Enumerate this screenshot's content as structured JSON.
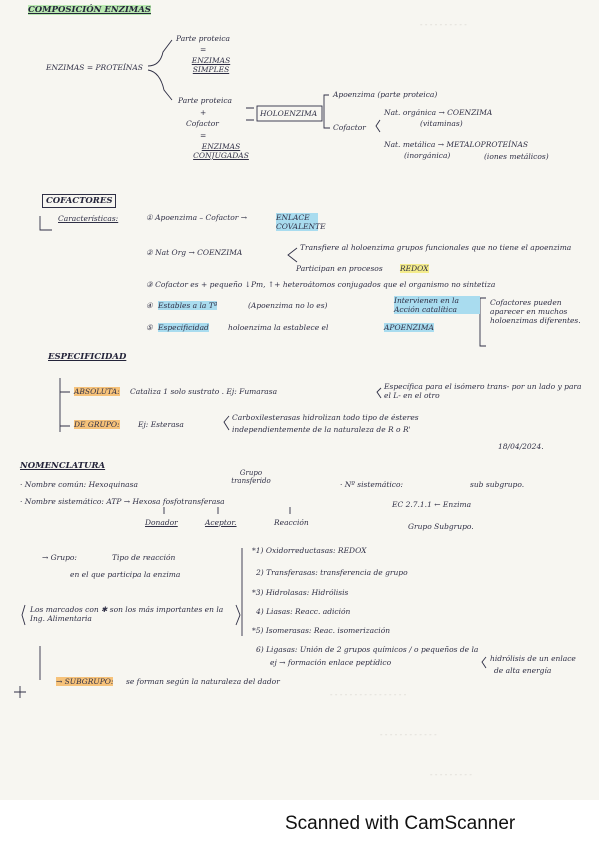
{
  "title": "COMPOSICIÓN ENZIMAS",
  "tree": {
    "enzimas": "ENZIMAS = PROTEÍNAS",
    "parte_proteica": "Parte proteica",
    "eq1": "=",
    "enzimas_simples": "ENZIMAS SIMPLES",
    "parte_proteica2": "Parte proteica",
    "plus": "+",
    "cofactor": "Cofactor",
    "eq2": "=",
    "enzimas_conjugadas": "ENZIMAS CONJUGADAS",
    "holoenzima": "HOLOENZIMA",
    "apoenzima": "Apoenzima (parte proteica)",
    "cofactor2": "Cofactor",
    "nat_organica": "Nat. orgánica → COENZIMA",
    "vitaminas": "(vitaminas)",
    "nat_metalica": "Nat. metálica → METALOPROTEÍNAS",
    "inorganica": "(inorgánica)",
    "iones": "(iones metálicos)"
  },
  "cofactores": {
    "heading": "COFACTORES",
    "caracteristicas": "Características:",
    "c1": "① Apoenzima – Cofactor →",
    "c1b": "ENLACE COVALENTE",
    "c2": "② Nat Org → COENZIMA",
    "c2a": "Transfiere al holoenzima grupos funcionales que no tiene el apoenzima",
    "c2b": "Participan en procesos",
    "c2c": "REDOX",
    "c3": "③ Cofactor es + pequeño ↓Pm, ↑+ heteroátomos conjugados que el organismo no sintetiza",
    "c4a": "④",
    "c4b": "Estables a la Tª",
    "c4c": "(Apoenzima no lo es)",
    "c4d": "Intervienen en la Acción catalítica",
    "c5a": "⑤",
    "c5b": "Especificidad",
    "c5c": "holoenzima la establece el",
    "c5d": "APOENZIMA",
    "side": "Cofactores pueden aparecer en muchos holoenzimas diferentes."
  },
  "especificidad": {
    "heading": "ESPECIFICIDAD",
    "absoluta": "ABSOLUTA:",
    "abs_text": "Cataliza 1 solo sustrato . Ej: Fumarasa",
    "abs_note": "Específica para el isómero trans- por un lado y para el L- en el otro",
    "grupo": "DE GRUPO:",
    "grupo_text": "Ej: Esterasa",
    "grupo_note1": "Carboxilesterasas hidrolizan todo tipo de ésteres",
    "grupo_note2": "independientemente de la naturaleza de R o R'",
    "fecha": "18/04/2024."
  },
  "nomenclatura": {
    "heading": "NOMENCLATURA",
    "comun": "· Nombre común: Hexoquinasa",
    "sistematico": "· Nombre sistemático: ATP → Hexosa fosfotransferasa",
    "grupo_transf": "Grupo transferido",
    "donador": "Donador",
    "aceptor": "Aceptor.",
    "reaccion": "Reacción",
    "n_sist": "· Nº sistemático:",
    "subgrupo": "sub subgrupo.",
    "ec": "EC  2.7.1.1 ← Enzima",
    "grupo_sub": "Grupo  Subgrupo.",
    "grupo_label": "→ Grupo:",
    "grupo_desc1": "Tipo de reacción",
    "grupo_desc2": "en el que participa la enzima",
    "nota": "Los marcados con ✱ son los más importantes en la Ing. Alimentaria",
    "clases": [
      "*1) Oxidorreductasas: REDOX",
      "2) Transferasas: transferencia de grupo",
      "*3) Hidrolasas: Hidrólisis",
      "4) Liasas: Reacc. adición",
      "*5) Isomerasas: Reac. isomerización",
      "6) Ligasas: Unión de 2 grupos químicos / o pequeños de la",
      "hidrólisis de un enlace"
    ],
    "clase6b": "ej → formación enlace peptídico",
    "clase6c": "de alta energía",
    "subgrupo_label": "→ SUBGRUPO:",
    "subgrupo_desc": "se forman según la naturaleza del dador",
    "star": "✱"
  },
  "footer": "Scanned with CamScanner"
}
